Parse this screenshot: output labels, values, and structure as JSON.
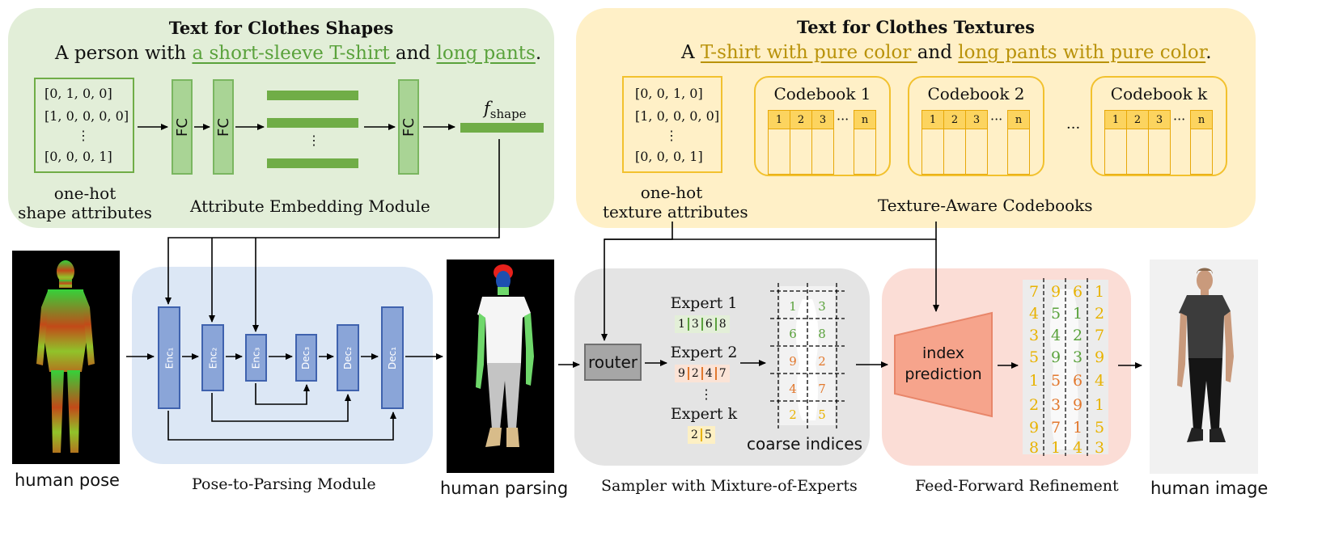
{
  "shape_panel": {
    "title": "Text for Clothes Shapes",
    "sentence_prefix": "A person with ",
    "attr1": "a short-sleeve T-shirt ",
    "sentence_mid": "and ",
    "attr2": "long pants",
    "sentence_end": ".",
    "vectors": [
      "[0, 1, 0, 0]",
      "[1, 0, 0, 0, 0]",
      "⋮",
      "[0, 0, 0, 1]"
    ],
    "onehot_label_1": "one-hot",
    "onehot_label_2": "shape attributes",
    "fc_label": "FC",
    "bar_dots": "⋮",
    "f_shape_f": "f",
    "f_shape_sub": "shape",
    "module_label": "Attribute Embedding Module"
  },
  "texture_panel": {
    "title": "Text for Clothes Textures",
    "sentence_prefix": "A ",
    "attr1": "T-shirt with pure color ",
    "sentence_mid": "and ",
    "attr2": "long pants with pure color",
    "sentence_end": ".",
    "vectors": [
      "[0, 0, 1, 0]",
      "[1, 0, 0, 0, 0]",
      "⋮",
      "[0, 0, 0, 1]"
    ],
    "onehot_label_1": "one-hot",
    "onehot_label_2": "texture attributes",
    "codebooks": [
      {
        "title": "Codebook 1",
        "cells": [
          "1",
          "2",
          "3",
          "n"
        ]
      },
      {
        "title": "Codebook 2",
        "cells": [
          "1",
          "2",
          "3",
          "n"
        ]
      },
      {
        "title": "Codebook k",
        "cells": [
          "1",
          "2",
          "3",
          "n"
        ]
      }
    ],
    "codebook_dots": "···",
    "between_dots": "···",
    "codebooks_label": "Texture-Aware Codebooks"
  },
  "pose": {
    "label": "human pose"
  },
  "parsing_module": {
    "label": "Pose-to-Parsing Module",
    "blocks": [
      "Enc₁",
      "Enc₂",
      "Enc₃",
      "Dec₃",
      "Dec₂",
      "Dec₁"
    ]
  },
  "parsing": {
    "label": "human parsing"
  },
  "sampler": {
    "label": "Sampler with Mixture-of-Experts",
    "router": "router",
    "experts": [
      {
        "name": "Expert 1",
        "values": [
          "1",
          "3",
          "6",
          "8"
        ],
        "color": "#5aa23c"
      },
      {
        "name": "Expert 2",
        "values": [
          "9",
          "2",
          "4",
          "7"
        ],
        "color": "#e2782d"
      },
      {
        "name": "Expert k",
        "values": [
          "2",
          "5"
        ],
        "color": "#e8b200"
      }
    ],
    "expert_dots": "⋮",
    "coarse_label": "coarse indices",
    "coarse_grid": [
      [
        "1",
        "3"
      ],
      [
        "6",
        "8"
      ],
      [
        "9",
        "2"
      ],
      [
        "4",
        "7"
      ],
      [
        "2",
        "5"
      ]
    ]
  },
  "refinement": {
    "label": "Feed-Forward Refinement",
    "index_line1": "index",
    "index_line2": "prediction",
    "grid": [
      [
        "7",
        "9",
        "6",
        "1"
      ],
      [
        "4",
        "5",
        "1",
        "2"
      ],
      [
        "3",
        "4",
        "2",
        "7"
      ],
      [
        "5",
        "9",
        "3",
        "9"
      ],
      [
        "1",
        "5",
        "6",
        "4"
      ],
      [
        "2",
        "3",
        "9",
        "1"
      ],
      [
        "9",
        "7",
        "1",
        "5"
      ],
      [
        "8",
        "1",
        "4",
        "3"
      ]
    ]
  },
  "output": {
    "label": "human image"
  },
  "colors": {
    "shape_bg": "#e2eed8",
    "texture_bg": "#fff0c7",
    "parsing_bg": "#dce7f5",
    "sampler_bg": "#e4e4e4",
    "refine_bg": "#fbddd6",
    "green": "#70ad47",
    "gold": "#f2c12e",
    "blue": "#8aa5d8",
    "orange": "#e2782d"
  }
}
